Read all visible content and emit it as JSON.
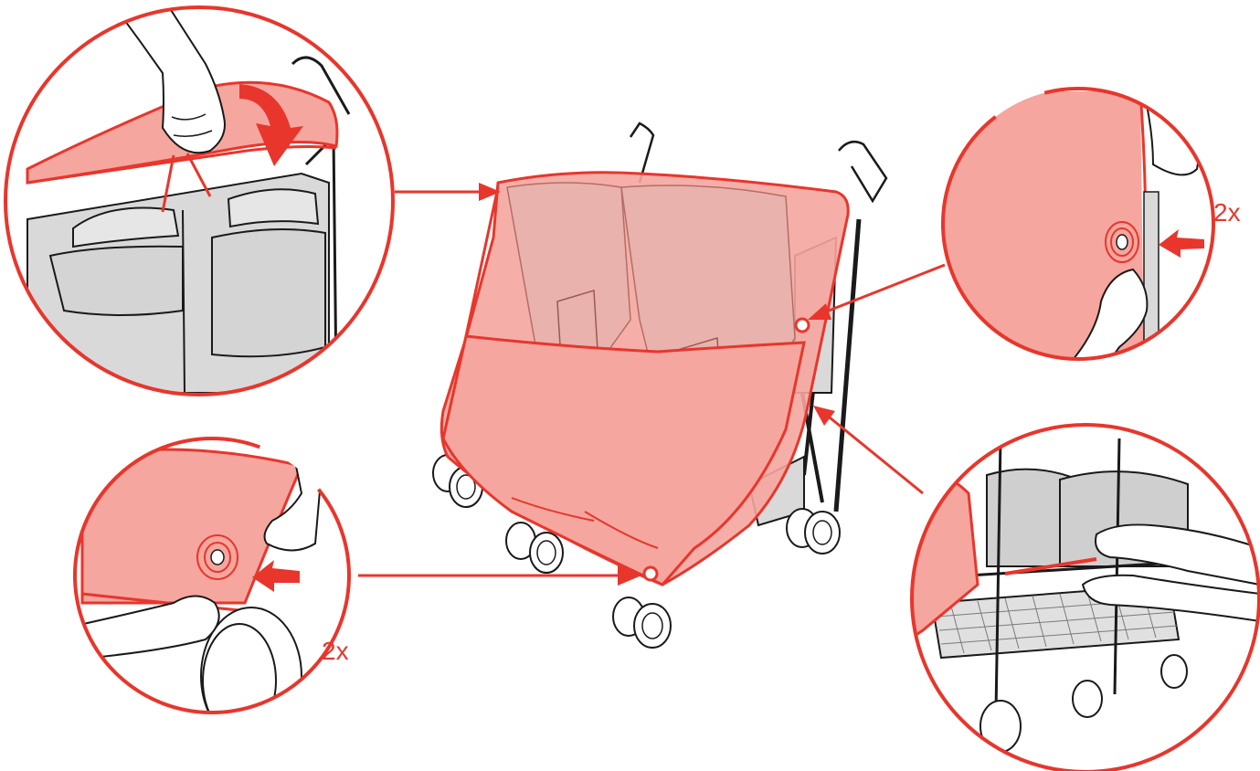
{
  "colors": {
    "accent": "#e8362c",
    "cover_fill": "#f5a69f",
    "cover_fill_light": "#f9c9c4",
    "grey_fabric": "#d9d9d9",
    "line": "#1a1a1a"
  },
  "labels": {
    "count_right": "2x",
    "count_left": "2x"
  },
  "icons": {
    "main": "double-stroller-with-raincover",
    "detail_top_left": "raincover-over-canopy-detail",
    "detail_top_right": "press-stud-fastening-detail",
    "detail_bottom_left": "lower-press-stud-fastening-detail",
    "detail_bottom_right": "raincover-hook-to-frame-detail",
    "push_arrow": "push-arrow-icon",
    "down_arrow": "curved-down-arrow-icon"
  }
}
